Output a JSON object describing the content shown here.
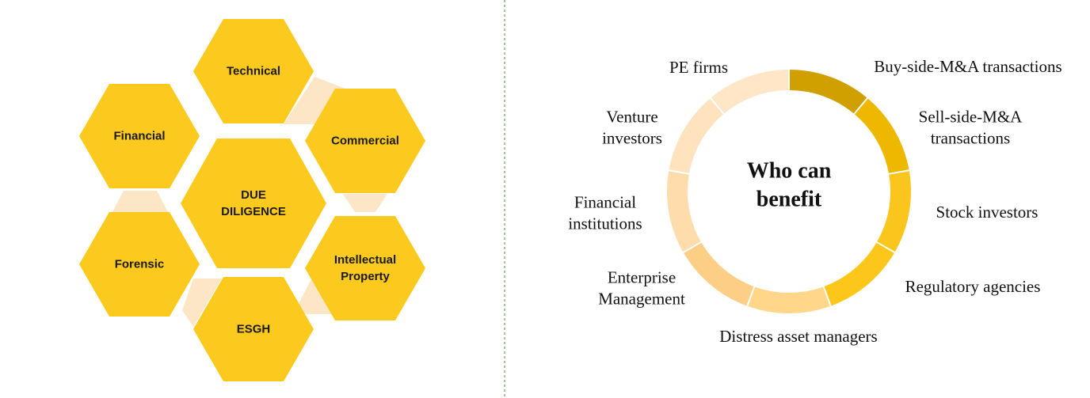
{
  "hex_diagram": {
    "center": {
      "lines": [
        "DUE",
        "DILIGENCE"
      ]
    },
    "cells": [
      {
        "key": "technical",
        "lines": [
          "Technical"
        ]
      },
      {
        "key": "commercial",
        "lines": [
          "Commercial"
        ]
      },
      {
        "key": "intellectual-property",
        "lines": [
          "Intellectual",
          "Property"
        ]
      },
      {
        "key": "esgh",
        "lines": [
          "ESGH"
        ]
      },
      {
        "key": "forensic",
        "lines": [
          "Forensic"
        ]
      },
      {
        "key": "financial",
        "lines": [
          "Financial"
        ]
      }
    ],
    "colors": {
      "hex": "#FCC91E",
      "connector": "#FDE6C6"
    }
  },
  "divider": {
    "color": "#4E8A3A"
  },
  "ring_diagram": {
    "center_text": [
      "Who can",
      "benefit"
    ],
    "segments": [
      {
        "key": "buy-side",
        "label": [
          "Buy-side-M&A transactions"
        ],
        "color": "#CFA000"
      },
      {
        "key": "sell-side",
        "label": [
          "Sell-side-M&A",
          "transactions"
        ],
        "color": "#EEB800"
      },
      {
        "key": "stock-investors",
        "label": [
          "Stock investors"
        ],
        "color": "#FAC51C"
      },
      {
        "key": "regulatory-agencies",
        "label": [
          "Regulatory agencies"
        ],
        "color": "#FCC71A"
      },
      {
        "key": "distress-asset-managers",
        "label": [
          "Distress asset managers"
        ],
        "color": "#FFD68A"
      },
      {
        "key": "enterprise-management",
        "label": [
          "Enterprise",
          "Management"
        ],
        "color": "#FDCE85"
      },
      {
        "key": "financial-institutions",
        "label": [
          "Financial",
          "institutions"
        ],
        "color": "#FEDCAC"
      },
      {
        "key": "venture-investors",
        "label": [
          "Venture",
          "investors"
        ],
        "color": "#FEE3BE"
      },
      {
        "key": "pe-firms",
        "label": [
          "PE firms"
        ],
        "color": "#FEE6C6"
      }
    ]
  }
}
